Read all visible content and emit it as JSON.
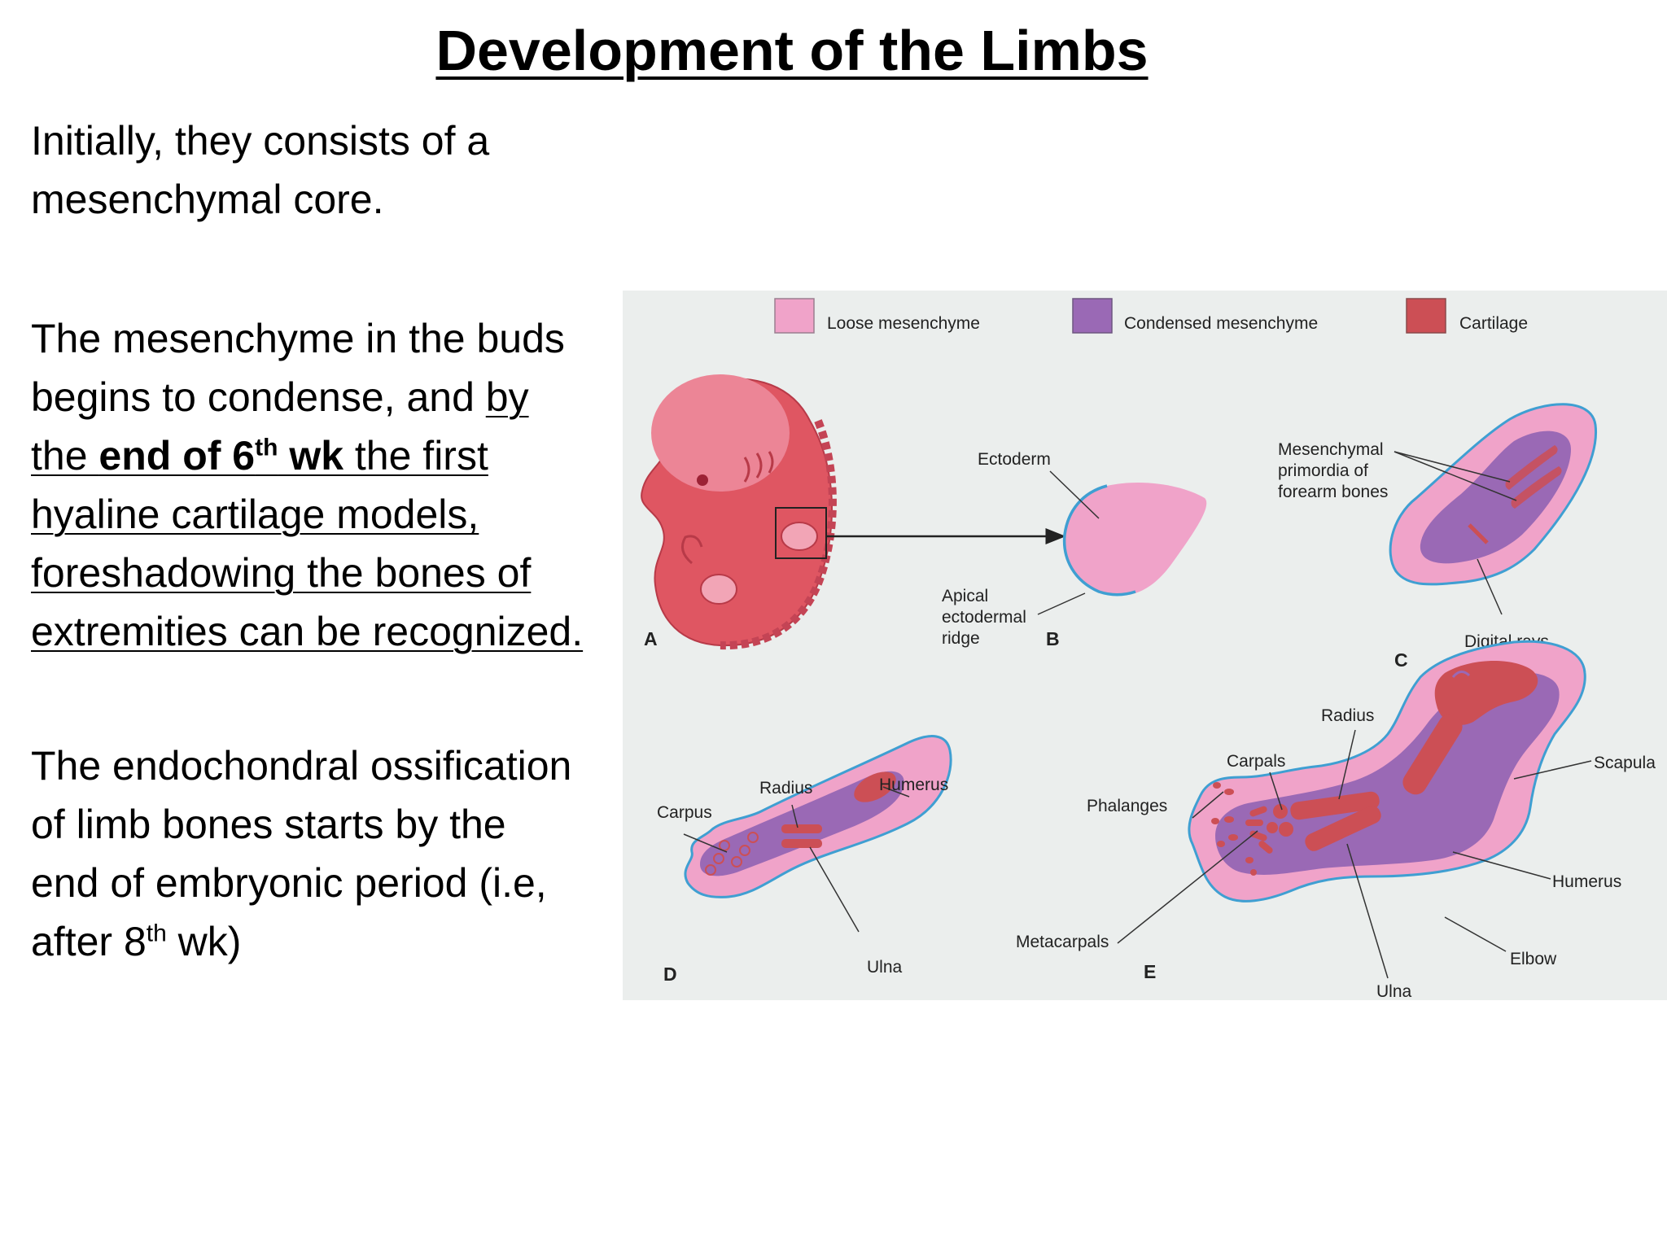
{
  "title": "Development of the Limbs",
  "paragraph1": {
    "line1": "Initially, they consists of a",
    "line2": "mesenchymal core."
  },
  "paragraph2": {
    "line1": "The mesenchyme in the buds",
    "line2_plain": "begins to condense, and ",
    "line2_underlined": "by",
    "line3_before_bold": "the ",
    "line3_bold": "end of 6",
    "line3_bold_sup": "th",
    "line3_bold_end": " wk",
    "line3_after_bold": " the first",
    "line4": "hyaline cartilage models,",
    "line5": "foreshadowing the bones of",
    "line6": "extremities can be recognized."
  },
  "paragraph3": {
    "line1": "The endochondral ossification",
    "line2": "of limb bones starts by the",
    "line3": "end of embryonic period (i.e,",
    "line4_before": "after 8",
    "line4_sup": "th",
    "line4_after": " wk)"
  },
  "figure": {
    "colors": {
      "background": "#ebeeed",
      "loose_mesenchyme": "#f0a3c9",
      "condensed_mesenchyme": "#9a69b5",
      "cartilage": "#cc4f55",
      "ectoderm_edge": "#3f9fd2",
      "embryo": "#df5662"
    },
    "legend": {
      "loose": "Loose mesenchyme",
      "condensed": "Condensed mesenchyme",
      "cartilage": "Cartilage"
    },
    "panel_labels": {
      "a": "A",
      "b": "B",
      "c": "C",
      "d": "D",
      "e": "E"
    },
    "labels": {
      "ectoderm": "Ectoderm",
      "aer_1": "Apical",
      "aer_2": "ectodermal",
      "aer_3": "ridge",
      "mes_prim_1": "Mesenchymal",
      "mes_prim_2": "primordia of",
      "mes_prim_3": "forearm bones",
      "digital_rays": "Digital rays",
      "d_carpus": "Carpus",
      "d_radius": "Radius",
      "d_humerus": "Humerus",
      "d_ulna": "Ulna",
      "e_radius": "Radius",
      "e_carpals": "Carpals",
      "e_phalanges": "Phalanges",
      "e_scapula": "Scapula",
      "e_humerus": "Humerus",
      "e_metacarpals": "Metacarpals",
      "e_elbow": "Elbow",
      "e_ulna": "Ulna"
    }
  }
}
